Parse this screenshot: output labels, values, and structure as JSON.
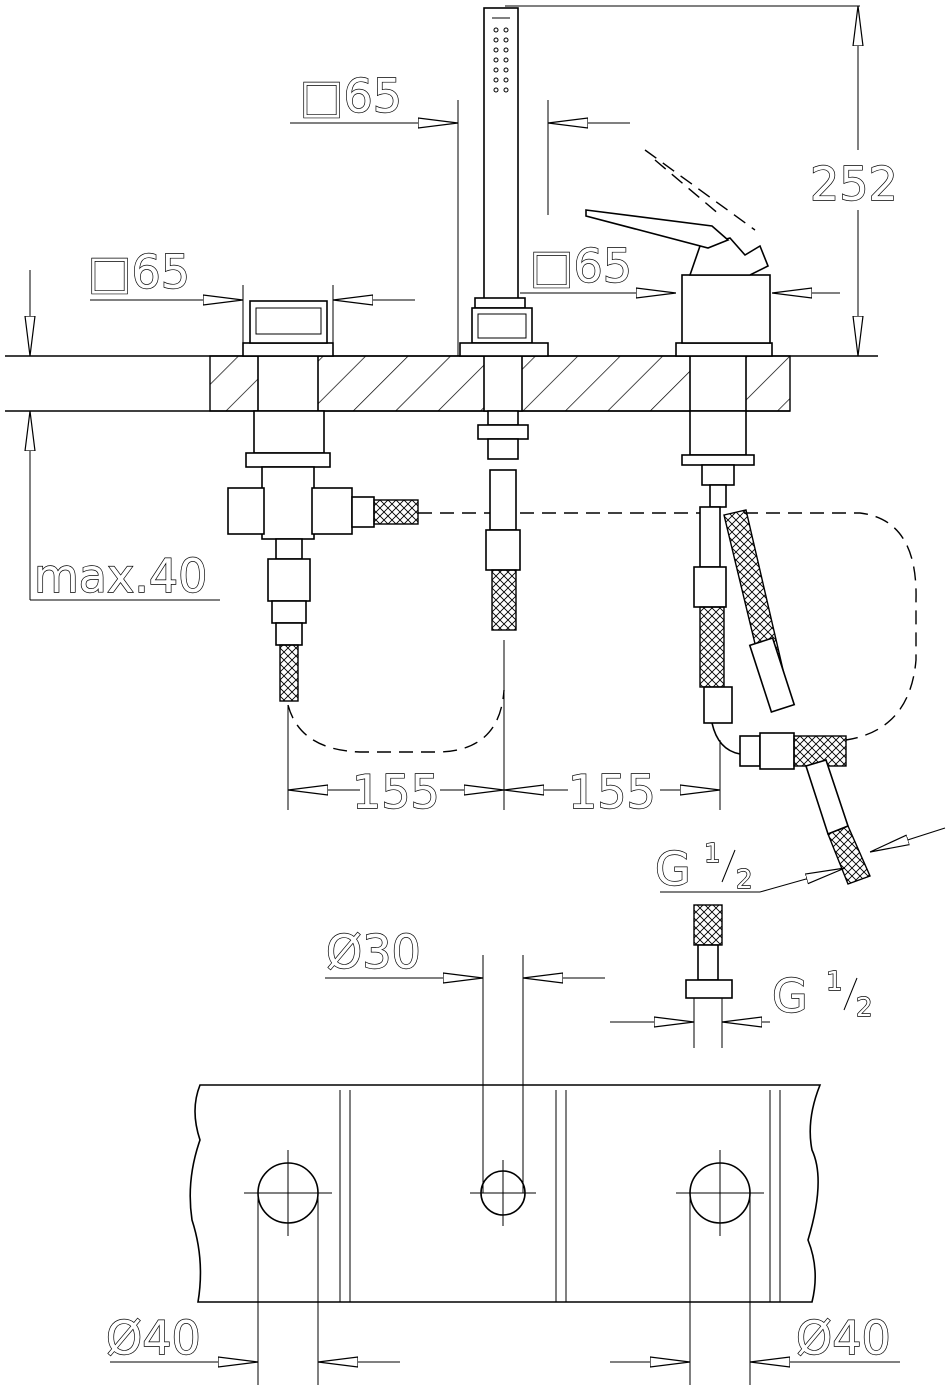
{
  "dimensions": {
    "square_handshower": "□65",
    "square_left_body": "□65",
    "square_right_body": "□65",
    "height": "252",
    "deck_thickness": "max.40",
    "spacing_left": "155",
    "spacing_right": "155",
    "thread_outlet_g": "G",
    "thread_outlet_num": "1",
    "thread_outlet_den": "2",
    "thread_inlet_g": "G",
    "thread_inlet_num": "1",
    "thread_inlet_den": "2",
    "hole_middle": "Ø30",
    "hole_left": "Ø40",
    "hole_right": "Ø40"
  }
}
